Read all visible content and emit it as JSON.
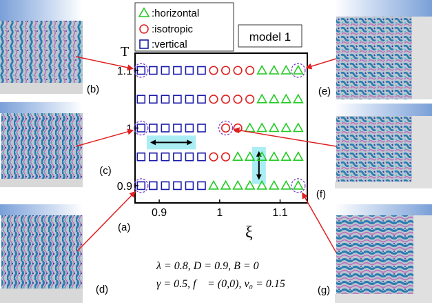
{
  "chart_data": {
    "type": "scatter",
    "title": "",
    "model_label": "model 1",
    "xlabel": "ξ",
    "ylabel": "T",
    "xlim": [
      0.86,
      1.145
    ],
    "ylim": [
      0.87,
      1.13
    ],
    "xticks": [
      {
        "v": 0.9,
        "label": "0.9"
      },
      {
        "v": 1.0,
        "label": "1"
      },
      {
        "v": 1.1,
        "label": "1.1"
      }
    ],
    "yticks": [
      {
        "v": 0.9,
        "label": "0.9"
      },
      {
        "v": 1.0,
        "label": "1"
      },
      {
        "v": 1.1,
        "label": "1.1"
      }
    ],
    "legend": {
      "position": "top-left",
      "entries": [
        {
          "key": "horizontal",
          "marker": "triangle",
          "label": ":horizontal"
        },
        {
          "key": "isotropic",
          "marker": "circle",
          "label": ":isotropic"
        },
        {
          "key": "vertical",
          "marker": "square",
          "label": ":vertical"
        }
      ]
    },
    "colors": {
      "horizontal": "#22cc22",
      "isotropic": "#e02020",
      "vertical": "#1a1aaa",
      "highlight_ring": "#7a3cc8",
      "arrow": "#e02020",
      "shade": "#aaeef4"
    },
    "series": [
      {
        "name": "vertical",
        "marker": "square",
        "points": [
          [
            0.87,
            1.1
          ],
          [
            0.89,
            1.1
          ],
          [
            0.91,
            1.1
          ],
          [
            0.93,
            1.1
          ],
          [
            0.95,
            1.1
          ],
          [
            0.97,
            1.1
          ],
          [
            0.87,
            1.05
          ],
          [
            0.89,
            1.05
          ],
          [
            0.91,
            1.05
          ],
          [
            0.93,
            1.05
          ],
          [
            0.95,
            1.05
          ],
          [
            0.97,
            1.05
          ],
          [
            0.87,
            1.0
          ],
          [
            0.89,
            1.0
          ],
          [
            0.91,
            1.0
          ],
          [
            0.93,
            1.0
          ],
          [
            0.95,
            1.0
          ],
          [
            0.97,
            1.0
          ],
          [
            0.87,
            0.95
          ],
          [
            0.89,
            0.95
          ],
          [
            0.91,
            0.95
          ],
          [
            0.93,
            0.95
          ],
          [
            0.95,
            0.95
          ],
          [
            0.97,
            0.95
          ],
          [
            0.87,
            0.9
          ],
          [
            0.89,
            0.9
          ],
          [
            0.91,
            0.9
          ],
          [
            0.93,
            0.9
          ],
          [
            0.95,
            0.9
          ],
          [
            0.97,
            0.9
          ]
        ]
      },
      {
        "name": "isotropic",
        "marker": "circle",
        "points": [
          [
            0.99,
            1.1
          ],
          [
            1.01,
            1.1
          ],
          [
            1.03,
            1.1
          ],
          [
            1.05,
            1.1
          ],
          [
            0.99,
            1.05
          ],
          [
            1.01,
            1.05
          ],
          [
            1.03,
            1.05
          ],
          [
            1.05,
            1.05
          ],
          [
            1.01,
            1.0
          ],
          [
            1.03,
            1.0
          ],
          [
            0.99,
            0.95
          ],
          [
            1.01,
            0.95
          ]
        ]
      },
      {
        "name": "horizontal",
        "marker": "triangle",
        "points": [
          [
            1.07,
            1.1
          ],
          [
            1.09,
            1.1
          ],
          [
            1.11,
            1.1
          ],
          [
            1.13,
            1.1
          ],
          [
            1.07,
            1.05
          ],
          [
            1.09,
            1.05
          ],
          [
            1.11,
            1.05
          ],
          [
            1.13,
            1.05
          ],
          [
            1.05,
            1.0
          ],
          [
            1.07,
            1.0
          ],
          [
            1.09,
            1.0
          ],
          [
            1.11,
            1.0
          ],
          [
            1.13,
            1.0
          ],
          [
            1.03,
            0.95
          ],
          [
            1.05,
            0.95
          ],
          [
            1.07,
            0.95
          ],
          [
            1.09,
            0.95
          ],
          [
            1.11,
            0.95
          ],
          [
            1.13,
            0.95
          ],
          [
            0.99,
            0.9
          ],
          [
            1.01,
            0.9
          ],
          [
            1.03,
            0.9
          ],
          [
            1.05,
            0.9
          ],
          [
            1.07,
            0.9
          ],
          [
            1.09,
            0.9
          ],
          [
            1.11,
            0.9
          ],
          [
            1.13,
            0.9
          ]
        ]
      }
    ],
    "highlights": [
      {
        "label": "(b)",
        "x": 0.87,
        "y": 1.1
      },
      {
        "label": "(c)",
        "x": 0.87,
        "y": 1.0
      },
      {
        "label": "(d)",
        "x": 0.87,
        "y": 0.9
      },
      {
        "label": "(e)",
        "x": 1.13,
        "y": 1.1
      },
      {
        "label": "(f)",
        "x": 1.01,
        "y": 1.0
      },
      {
        "label": "(g)",
        "x": 1.13,
        "y": 0.9
      }
    ],
    "shaded_arrows": [
      {
        "orientation": "horizontal",
        "x": [
          0.885,
          0.955
        ],
        "y": 0.975
      },
      {
        "orientation": "vertical",
        "x": 1.065,
        "y": [
          0.91,
          0.96
        ]
      }
    ],
    "panel_label": "(a)",
    "parameters": [
      "λ = 0.8, D = 0.9, B = 0",
      "γ = 0.5, f⃗ = (0,0), v₀ = 0.15"
    ]
  },
  "snapshots": [
    {
      "label": "(b)",
      "pattern": "mixed-wavy",
      "color": "#2f7fb0"
    },
    {
      "label": "(c)",
      "pattern": "vertical-stripes",
      "color": "#2f7fb0"
    },
    {
      "label": "(d)",
      "pattern": "vertical-stripes",
      "color": "#2f7fb0"
    },
    {
      "label": "(e)",
      "pattern": "isotropic",
      "color": "#2f7fb0"
    },
    {
      "label": "(f)",
      "pattern": "isotropic",
      "color": "#2f7fb0"
    },
    {
      "label": "(g)",
      "pattern": "horizontal-wavy",
      "color": "#2f7fb0"
    }
  ]
}
